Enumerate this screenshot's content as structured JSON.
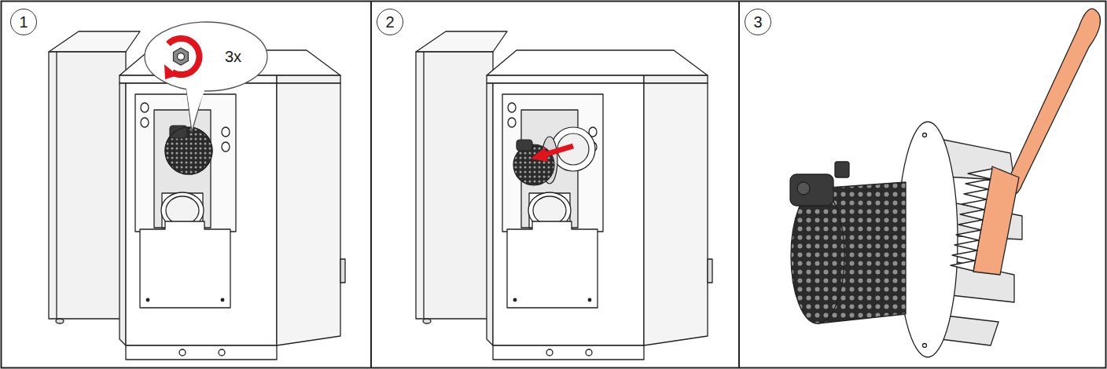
{
  "diagram": {
    "nodes": [
      {
        "text": [
          "1"
        ]
      },
      {
        "text": [
          "2"
        ]
      },
      {
        "text": [
          "3"
        ]
      }
    ],
    "labels": [
      "3x"
    ]
  }
}
